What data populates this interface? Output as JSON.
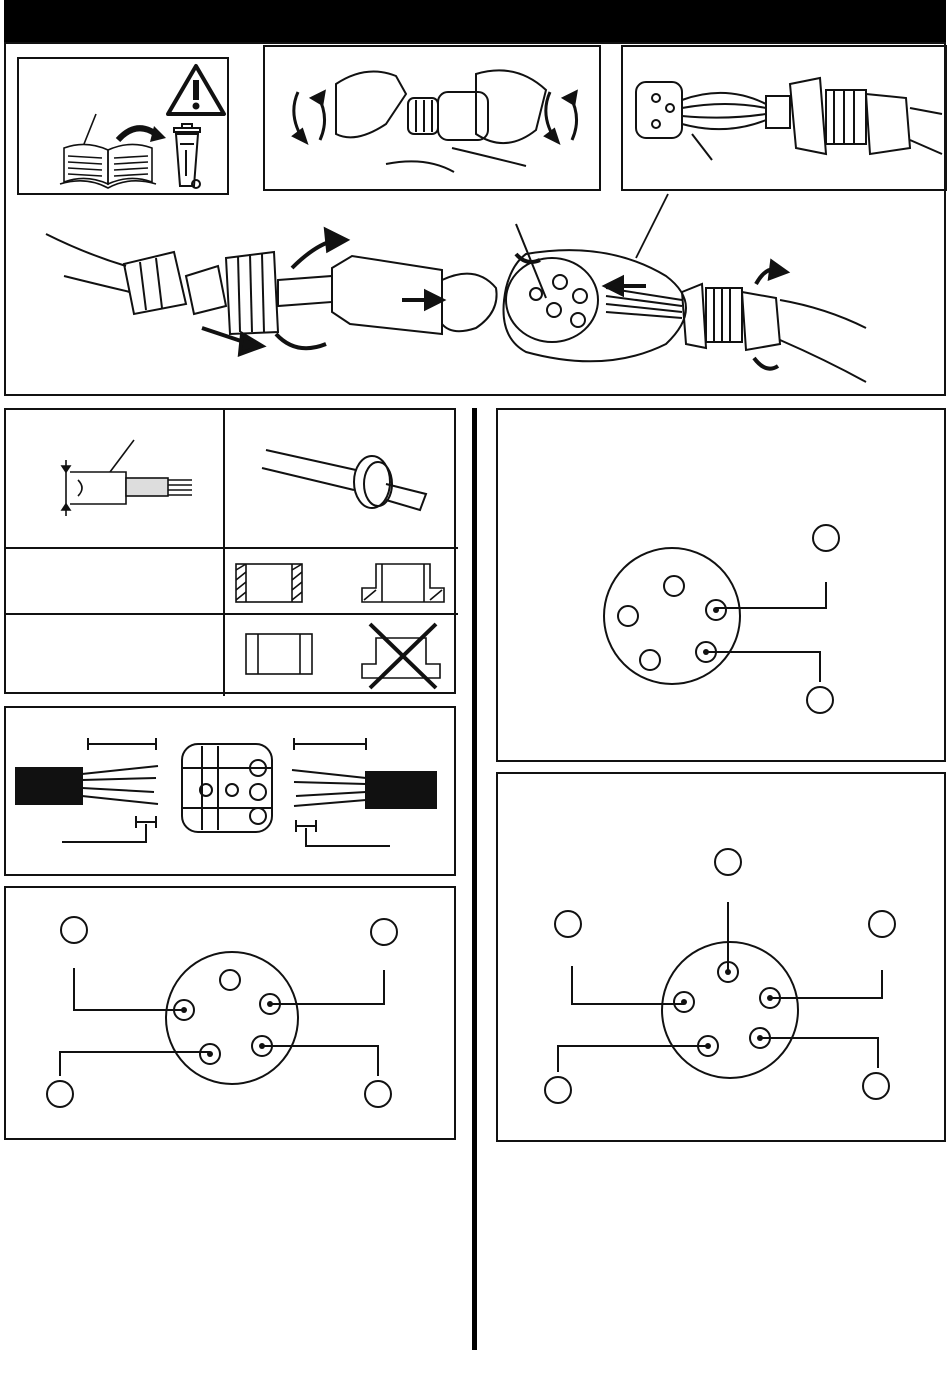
{
  "document": {
    "header_bar_color": "#000000",
    "line_color": "#111111",
    "icons": {
      "warning": "warning-triangle-icon",
      "manual": "open-book-icon",
      "disposal": "recycling-bin-icon"
    },
    "pinouts": {
      "five_pin_two_wire": {
        "pins_total": 5,
        "wired_pins": 2
      },
      "five_pin_four_wire": {
        "pins_total": 5,
        "wired_pins": 4
      },
      "five_pin_five_wire": {
        "pins_total": 5,
        "wired_pins": 5
      }
    }
  }
}
